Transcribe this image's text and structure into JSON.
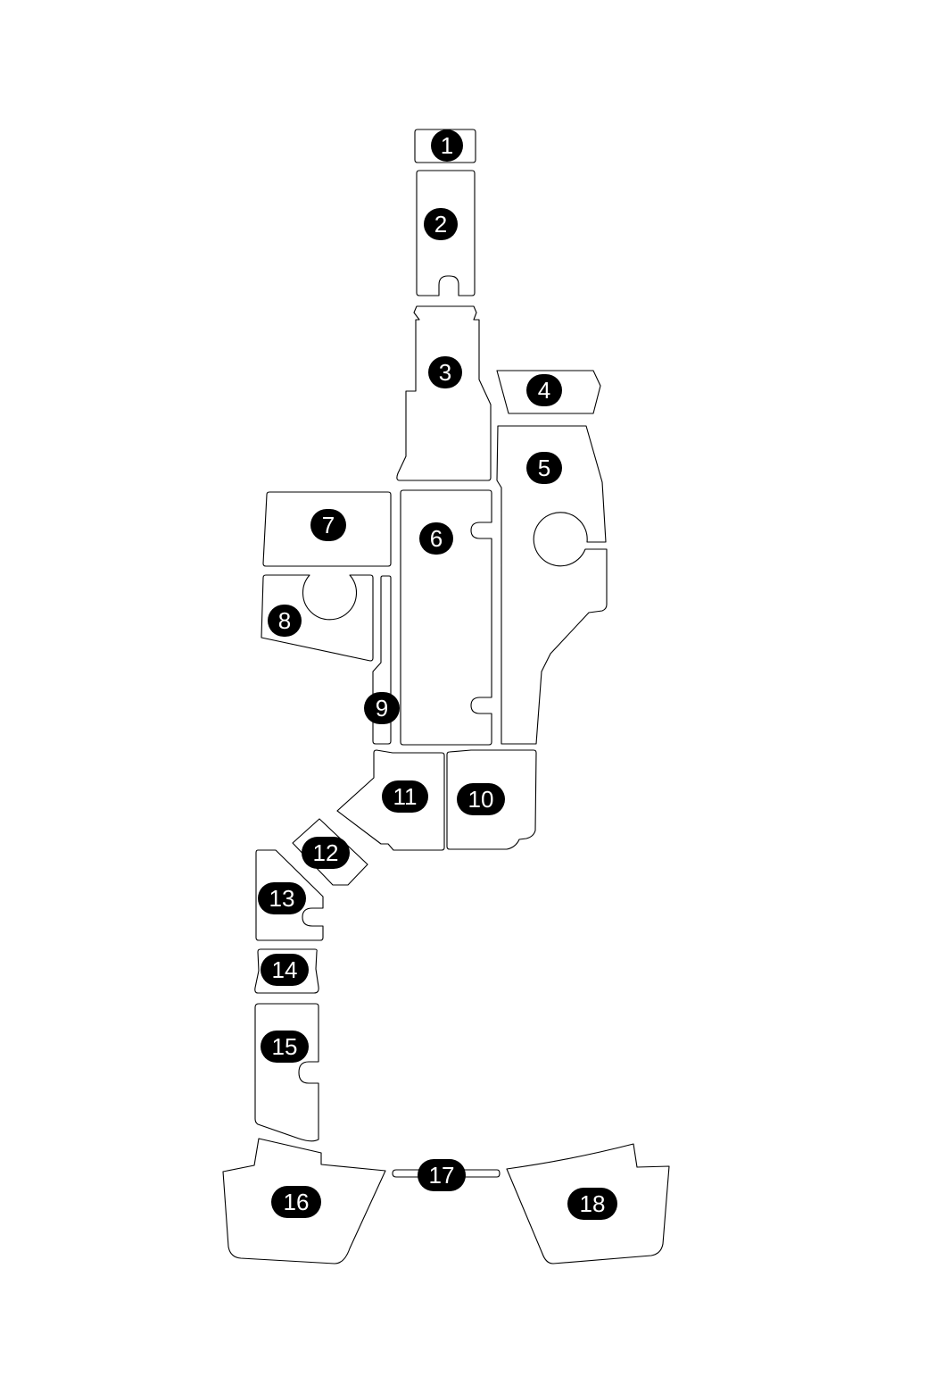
{
  "diagram": {
    "pieces": [
      {
        "id": "1",
        "label": "1"
      },
      {
        "id": "2",
        "label": "2"
      },
      {
        "id": "3",
        "label": "3"
      },
      {
        "id": "4",
        "label": "4"
      },
      {
        "id": "5",
        "label": "5"
      },
      {
        "id": "6",
        "label": "6"
      },
      {
        "id": "7",
        "label": "7"
      },
      {
        "id": "8",
        "label": "8"
      },
      {
        "id": "9",
        "label": "9"
      },
      {
        "id": "10",
        "label": "10"
      },
      {
        "id": "11",
        "label": "11"
      },
      {
        "id": "12",
        "label": "12"
      },
      {
        "id": "13",
        "label": "13"
      },
      {
        "id": "14",
        "label": "14"
      },
      {
        "id": "15",
        "label": "15"
      },
      {
        "id": "16",
        "label": "16"
      },
      {
        "id": "17",
        "label": "17"
      },
      {
        "id": "18",
        "label": "18"
      }
    ]
  }
}
